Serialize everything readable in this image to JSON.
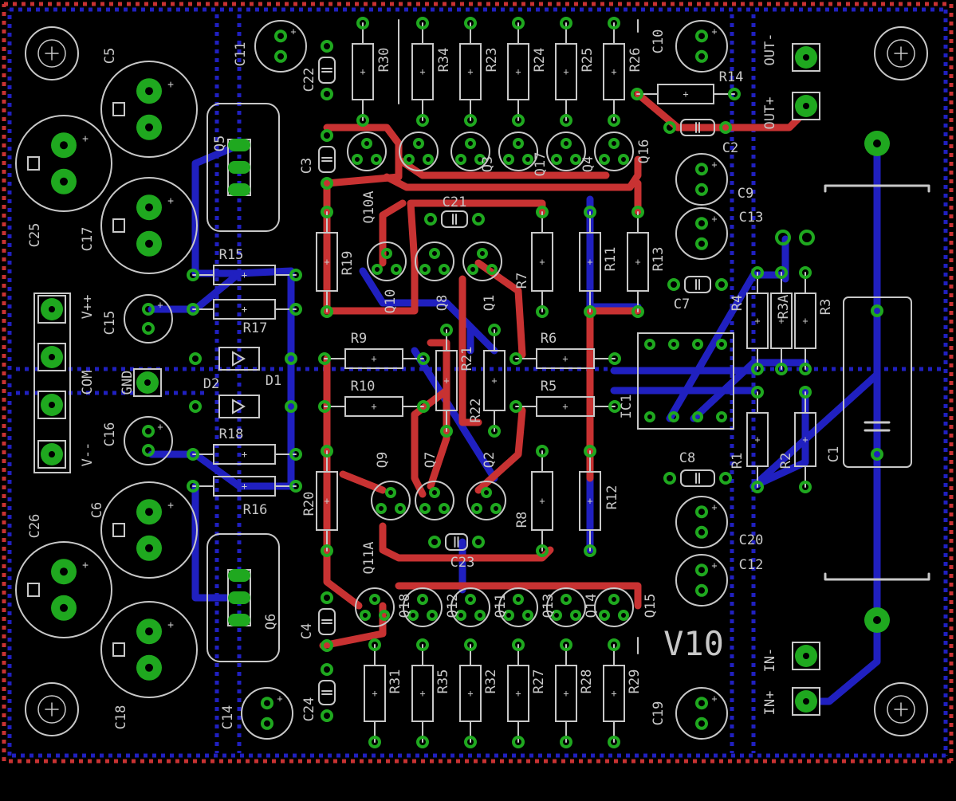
{
  "colors": {
    "background": "#000000",
    "silkscreen": "#c8c8c8",
    "top_trace": "#c83232",
    "bottom_trace": "#2020c0",
    "pad": "#1fa81f",
    "via_ring": "#1fa81f",
    "board_outline_red": "#c83232",
    "board_outline_blue": "#2020c0"
  },
  "board_text": "V10",
  "labels": {
    "C5": "C5",
    "C25": "C25",
    "C17": "C17",
    "C11": "C11",
    "C22": "C22",
    "C3": "C3",
    "Q5": "Q5",
    "R30": "R30",
    "R34": "R34",
    "R23": "R23",
    "R24": "R24",
    "R25": "R25",
    "R26": "R26",
    "C10": "C10",
    "OUT-": "OUT-",
    "R14": "R14",
    "OUT+": "OUT+",
    "C2": "C2",
    "Q16": "Q16",
    "Q10A": "Q10A",
    "C21": "C21",
    "C9": "C9",
    "C13": "C13",
    "R19": "R19",
    "R11": "R11",
    "R13": "R13",
    "R7": "R7",
    "Q10": "Q10",
    "Q8": "Q8",
    "Q1": "Q1",
    "R15": "R15",
    "C15": "C15",
    "V++": "V++",
    "R17": "R17",
    "R9": "R9",
    "R21": "R21",
    "R6": "R6",
    "C7": "C7",
    "R4": "R4",
    "R3A": "R3A",
    "R3": "R3",
    "COM": "COM",
    "GND": "GND",
    "D1": "D1",
    "D2": "D2",
    "R10": "R10",
    "R22": "R22",
    "R5": "R5",
    "IC1": "IC1",
    "C16": "C16",
    "V--": "V--",
    "R18": "R18",
    "R20": "R20",
    "Q9": "Q9",
    "Q7": "Q7",
    "Q2": "Q2",
    "R8": "R8",
    "R12": "R12",
    "C8": "C8",
    "R1": "R1",
    "R2": "R2",
    "C1": "C1",
    "C26": "C26",
    "C6": "C6",
    "R16": "R16",
    "C20": "C20",
    "C12": "C12",
    "C23": "C23",
    "Q11A": "Q11A",
    "Q6": "Q6",
    "C4": "C4",
    "Q18": "Q18",
    "Q12": "Q12",
    "Q11": "Q11",
    "Q13": "Q13",
    "Q14": "Q14",
    "Q15": "Q15",
    "C18": "C18",
    "C14": "C14",
    "C24": "C24",
    "R31": "R31",
    "R35": "R35",
    "R32": "R32",
    "R27": "R27",
    "R28": "R28",
    "R29": "R29",
    "C19": "C19",
    "IN-": "IN-",
    "IN+": "IN+",
    "Q3": "Q3",
    "Q17": "Q17",
    "Q4": "Q4"
  }
}
